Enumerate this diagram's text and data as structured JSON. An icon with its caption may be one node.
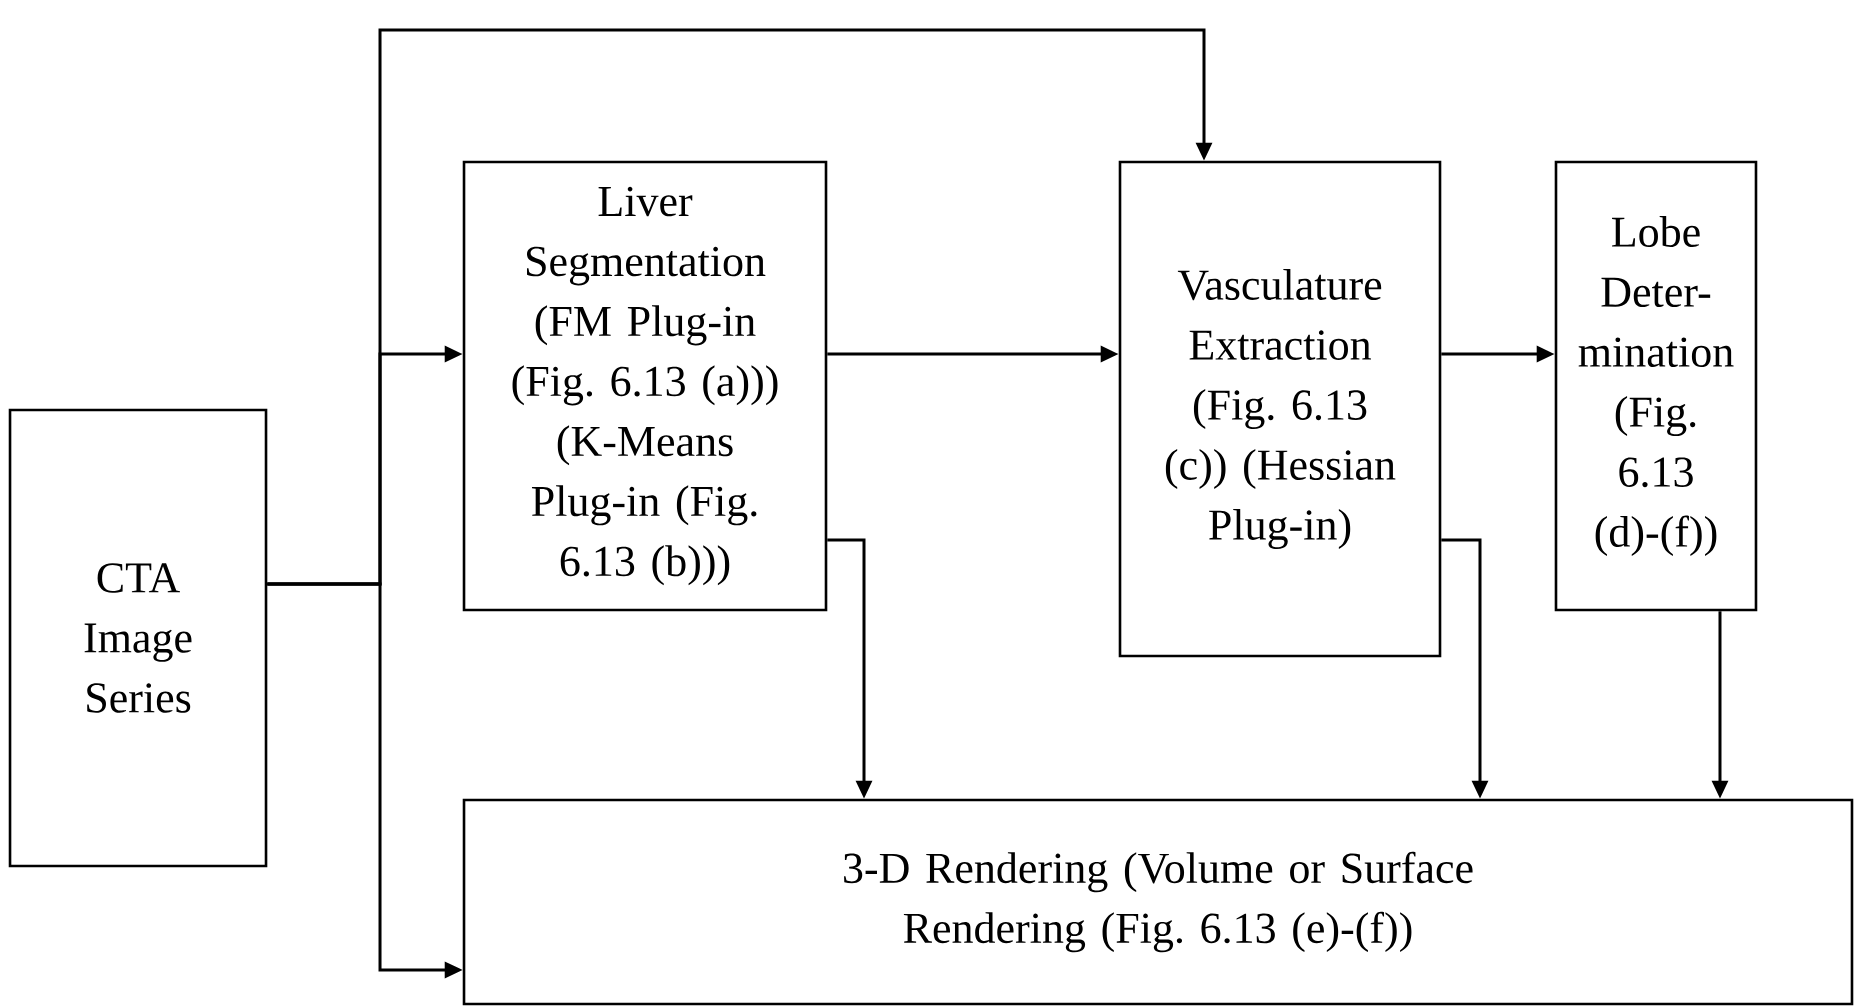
{
  "diagram": {
    "nodes": [
      {
        "text": [
          "CTA Image Series"
        ]
      },
      {
        "text": [
          "Liver Segmentation (FM Plug-in (Fig. 6.13 (a))) (K-Means Plug-in (Fig. 6.13 (b)))"
        ]
      },
      {
        "text": [
          "Vasculature Extraction (Fig. 6.13 (c)) (Hessian Plug-in)"
        ]
      },
      {
        "text": [
          "Lobe Deter-mination (Fig. 6.13 (d)-(f))"
        ]
      },
      {
        "text": [
          "3-D Rendering (Volume or Surface Rendering (Fig. 6.13 (e)-(f))"
        ]
      }
    ],
    "edges": [
      {
        "from": 0,
        "to": 1,
        "arrow": "to"
      },
      {
        "from": 0,
        "to": 2,
        "arrow": "to"
      },
      {
        "from": 0,
        "to": 4,
        "arrow": "to"
      },
      {
        "from": 1,
        "to": 2,
        "arrow": "to"
      },
      {
        "from": 2,
        "to": 3,
        "arrow": "to"
      },
      {
        "from": 1,
        "to": 4,
        "arrow": "to"
      },
      {
        "from": 2,
        "to": 4,
        "arrow": "to"
      },
      {
        "from": 3,
        "to": 4,
        "arrow": "to"
      }
    ]
  }
}
